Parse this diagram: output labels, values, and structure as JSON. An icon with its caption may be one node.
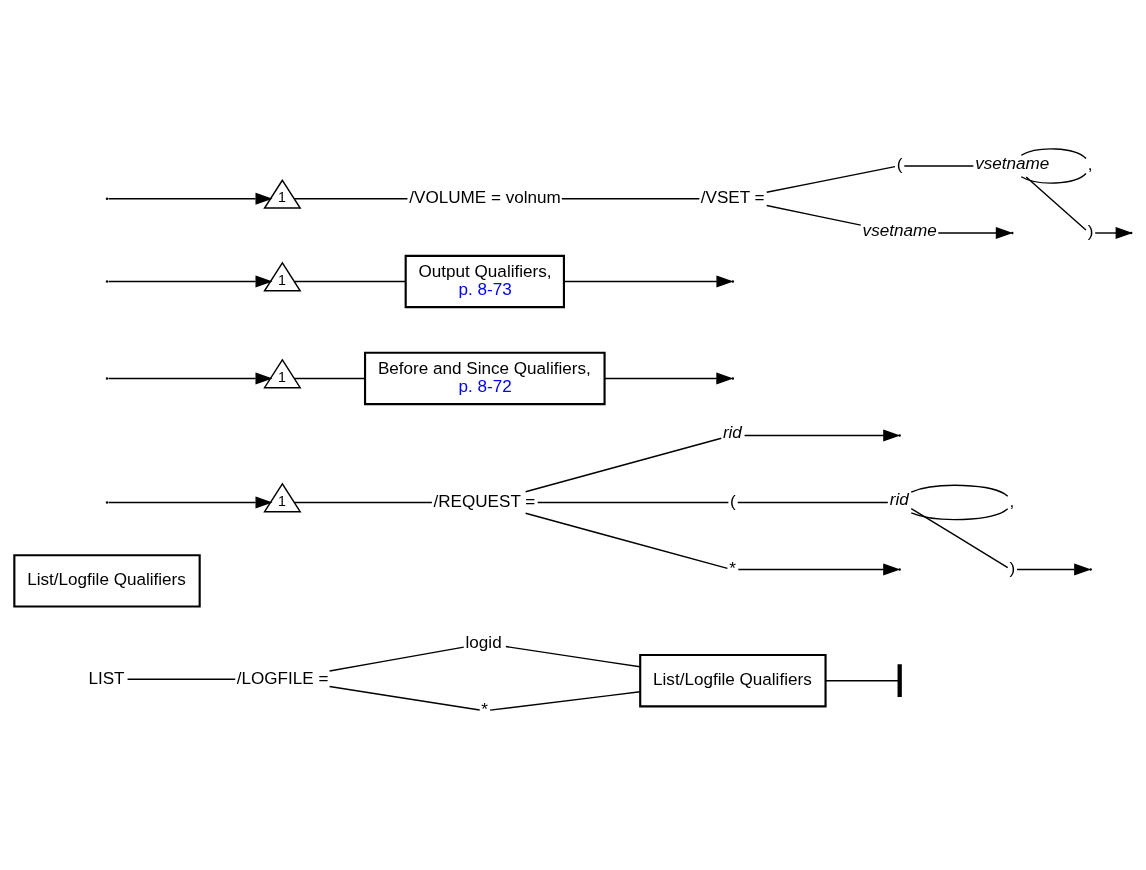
{
  "diagram": {
    "nodes": [
      {
        "text": [
          "LIST"
        ]
      },
      {
        "text": [
          "/LOGFILE ="
        ]
      },
      {
        "text": [
          "logid"
        ]
      },
      {
        "text": [
          "*"
        ]
      },
      {
        "text": [
          "List/Logfile Qualifiers"
        ]
      },
      {
        "text": [],
        "shape": "bar"
      },
      {
        "text": [
          "List/Logfile Qualifiers"
        ]
      },
      {
        "text": [
          "1"
        ]
      },
      {
        "text": [
          "/REQUEST ="
        ]
      },
      {
        "text": [
          "rid"
        ]
      },
      {
        "text": [
          "("
        ]
      },
      {
        "text": [
          "rid"
        ]
      },
      {
        "text": [
          ","
        ]
      },
      {
        "text": [
          ")"
        ]
      },
      {
        "text": [
          "*"
        ]
      },
      {
        "text": [
          "1"
        ]
      },
      {
        "text": [
          "Before and Since Qualifiers,",
          "p. 8-72"
        ]
      },
      {
        "text": [
          "1"
        ]
      },
      {
        "text": [
          "Output Qualifiers,",
          "p. 8-73"
        ]
      },
      {
        "text": [
          "1"
        ]
      },
      {
        "text": [
          "/VOLUME = volnum"
        ]
      },
      {
        "text": [
          "/VSET ="
        ]
      },
      {
        "text": [
          "("
        ]
      },
      {
        "text": [
          ","
        ]
      },
      {
        "text": [
          "vsetname"
        ]
      },
      {
        "text": [
          ")"
        ]
      },
      {
        "text": [
          "vsetname"
        ]
      }
    ],
    "edges": [
      {
        "from": 0,
        "to": 1,
        "arrow": "none"
      },
      {
        "from": 1,
        "to": 2,
        "arrow": "none"
      },
      {
        "from": 1,
        "to": 3,
        "arrow": "none"
      },
      {
        "from": 2,
        "to": 4,
        "arrow": "none"
      },
      {
        "from": 3,
        "to": 4,
        "arrow": "none"
      },
      {
        "from": 4,
        "to": 5,
        "arrow": "none"
      },
      {
        "from": null,
        "to": 7,
        "arrow": "to"
      },
      {
        "from": null,
        "to": 15,
        "arrow": "to"
      },
      {
        "from": null,
        "to": 17,
        "arrow": "to"
      },
      {
        "from": null,
        "to": 19,
        "arrow": "to"
      },
      {
        "from": 7,
        "to": 8,
        "arrow": "none"
      },
      {
        "from": 8,
        "to": 9,
        "arrow": "none"
      },
      {
        "from": 8,
        "to": 10,
        "arrow": "none"
      },
      {
        "from": 8,
        "to": 14,
        "arrow": "none"
      },
      {
        "from": 10,
        "to": 11,
        "arrow": "none"
      },
      {
        "from": 11,
        "to": 12,
        "arrow": "none"
      },
      {
        "from": 12,
        "to": 11,
        "arrow": "none"
      },
      {
        "from": 11,
        "to": 13,
        "arrow": "none"
      },
      {
        "from": 15,
        "to": 16,
        "arrow": "none"
      },
      {
        "from": 17,
        "to": 18,
        "arrow": "none"
      },
      {
        "from": 19,
        "to": 20,
        "arrow": "none"
      },
      {
        "from": 20,
        "to": 21,
        "arrow": "none"
      },
      {
        "from": 21,
        "to": 22,
        "arrow": "none"
      },
      {
        "from": 21,
        "to": 26,
        "arrow": "none"
      },
      {
        "from": 22,
        "to": 24,
        "arrow": "none"
      },
      {
        "from": 24,
        "to": 23,
        "arrow": "none"
      },
      {
        "from": 23,
        "to": 24,
        "arrow": "none"
      },
      {
        "from": 24,
        "to": 25,
        "arrow": "none"
      },
      {
        "from": 9,
        "to": null,
        "arrow": "to"
      },
      {
        "from": 13,
        "to": null,
        "arrow": "to"
      },
      {
        "from": 14,
        "to": null,
        "arrow": "to"
      },
      {
        "from": 16,
        "to": null,
        "arrow": "to"
      },
      {
        "from": 18,
        "to": null,
        "arrow": "to"
      },
      {
        "from": 25,
        "to": null,
        "arrow": "to"
      },
      {
        "from": 26,
        "to": null,
        "arrow": "to"
      }
    ]
  }
}
